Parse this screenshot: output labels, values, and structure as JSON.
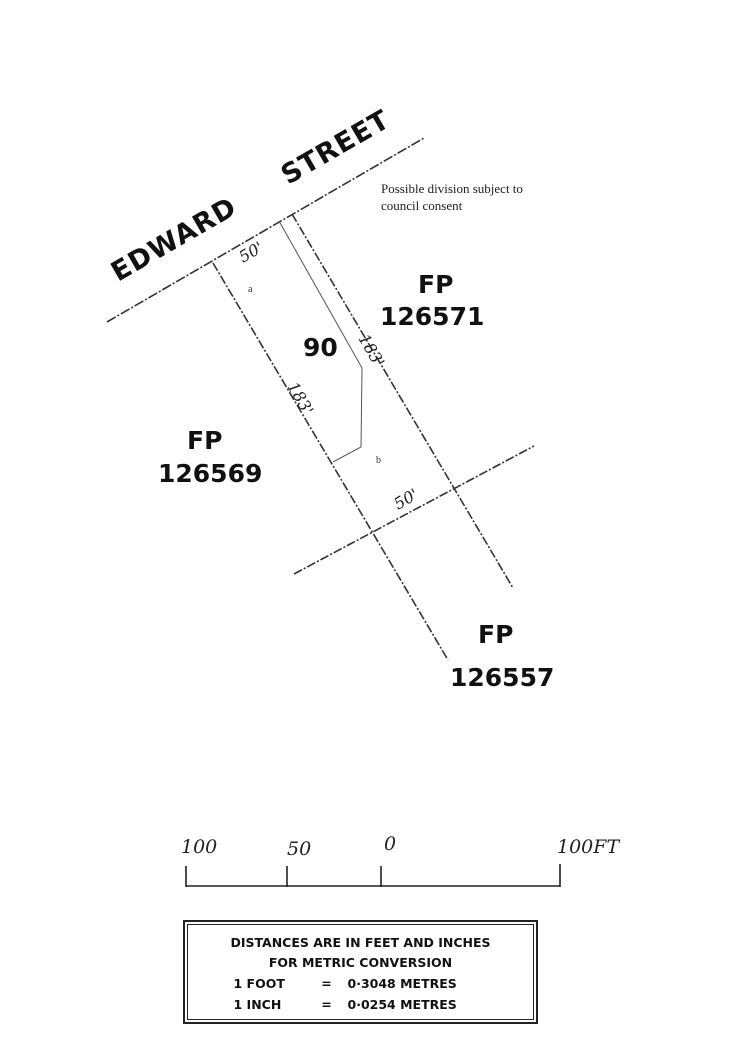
{
  "street": {
    "word1": "EDWARD",
    "word2": "STREET"
  },
  "note": {
    "line1": "Possible division subject to",
    "line2": "council consent"
  },
  "lot": {
    "number": "90",
    "frontage": "50'",
    "side_left": "183'",
    "side_right": "183'",
    "rear": "50'",
    "mark_a": "a",
    "mark_b": "b"
  },
  "neighbours": [
    {
      "prefix": "FP",
      "number": "126571"
    },
    {
      "prefix": "FP",
      "number": "126569"
    },
    {
      "prefix": "FP",
      "number": "126557"
    }
  ],
  "scale_bar": {
    "labels": [
      "100",
      "50",
      "0",
      "100FT"
    ]
  },
  "legend": {
    "line1": "DISTANCES ARE IN FEET AND INCHES",
    "line2": "FOR METRIC CONVERSION",
    "rows": [
      {
        "unit": "1  FOOT",
        "eq": "=",
        "value": "0·3048 METRES"
      },
      {
        "unit": "1  INCH",
        "eq": "=",
        "value": "0·0254 METRES"
      }
    ]
  }
}
